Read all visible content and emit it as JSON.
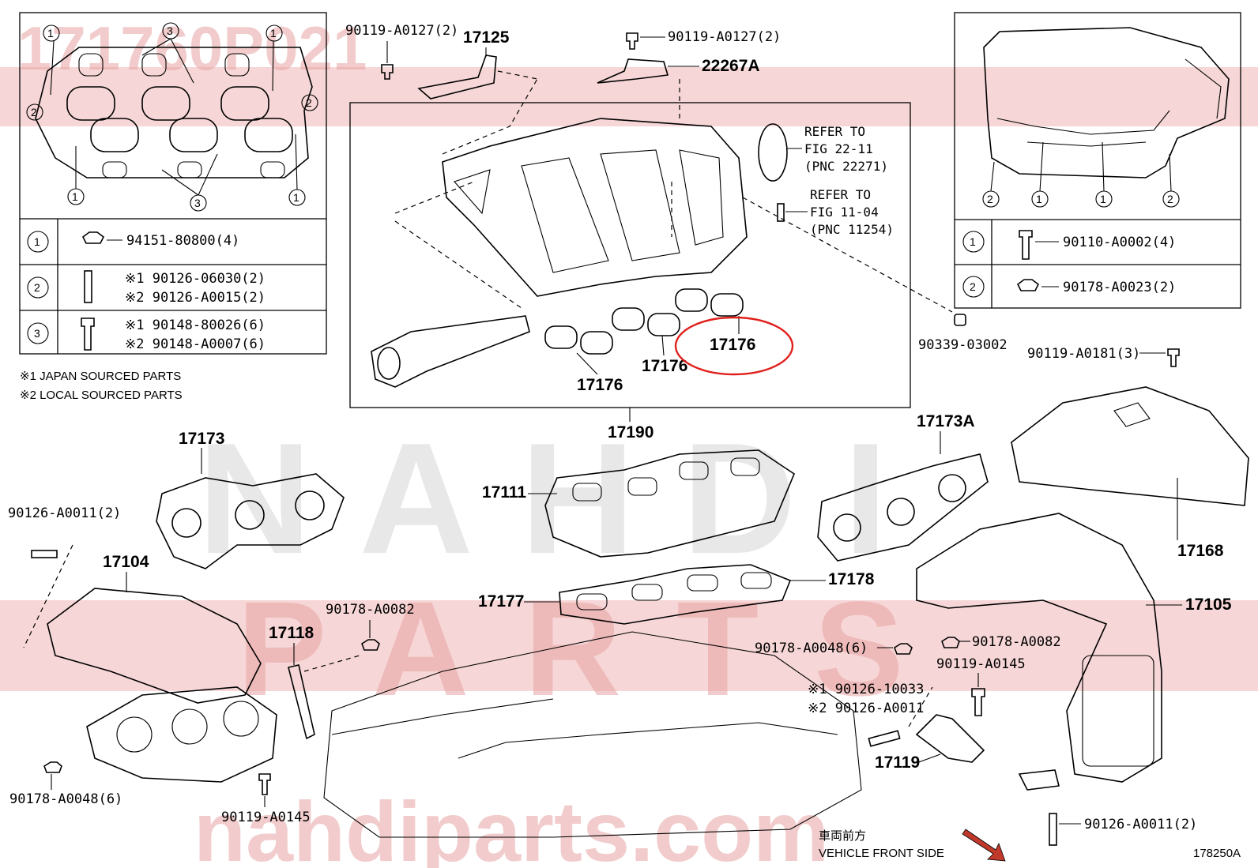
{
  "watermark": {
    "part_number": "171760P021",
    "brand_top": "NAHDI",
    "brand_mid": "PARTS",
    "url": "nahdiparts.com"
  },
  "inset_left": {
    "callouts": [
      "1",
      "2",
      "3"
    ],
    "legend": [
      {
        "index": "1",
        "lines": [
          "94151-80800(4)"
        ]
      },
      {
        "index": "2",
        "lines": [
          "※1 90126-06030(2)",
          "※2 90126-A0015(2)"
        ]
      },
      {
        "index": "3",
        "lines": [
          "※1 90148-80026(6)",
          "※2 90148-A0007(6)"
        ]
      }
    ],
    "notes": [
      "※1 JAPAN SOURCED PARTS",
      "※2 LOCAL SOURCED PARTS"
    ]
  },
  "inset_right": {
    "legend": [
      {
        "index": "1",
        "lines": [
          "90110-A0002(4)"
        ]
      },
      {
        "index": "2",
        "lines": [
          "90178-A0023(2)"
        ]
      }
    ]
  },
  "labels": {
    "p90119_A0127_a": "90119-A0127(2)",
    "p17125": "17125",
    "p90119_A0127_b": "90119-A0127(2)",
    "p22267A": "22267A",
    "refer1": [
      "REFER TO",
      "FIG 22-11",
      "(PNC 22271)"
    ],
    "refer2": [
      "REFER TO",
      "FIG 11-04",
      "(PNC 11254)"
    ],
    "p17176_a": "17176",
    "p17176_b": "17176",
    "p17176_c": "17176",
    "p90339": "90339-03002",
    "p90119_A0181": "90119-A0181(3)",
    "p17190": "17190",
    "p17173": "17173",
    "p17173A": "17173A",
    "p17111": "17111",
    "p17168": "17168",
    "p90126_A0011_left": "90126-A0011(2)",
    "p17104": "17104",
    "p17178": "17178",
    "p17177": "17177",
    "p17105": "17105",
    "p90178_A0082_left": "90178-A0082",
    "p17118": "17118",
    "p90178_A0048_mid": "90178-A0048(6)",
    "p90178_A0082_right": "90178-A0082",
    "p90119_A0145_right": "90119-A0145",
    "p90126_10033": "※1 90126-10033",
    "p90126_A0011_mid": "※2 90126-A0011",
    "p17119": "17119",
    "p90178_A0048_left": "90178-A0048(6)",
    "p90119_A0145_left": "90119-A0145",
    "p90126_A0011_right": "90126-A0011(2)",
    "front_jp": "車両前方",
    "front_en": "VEHICLE FRONT SIDE",
    "fig_code": "178250A"
  },
  "highlight": {
    "target": "17176",
    "color": "#e0201c"
  }
}
